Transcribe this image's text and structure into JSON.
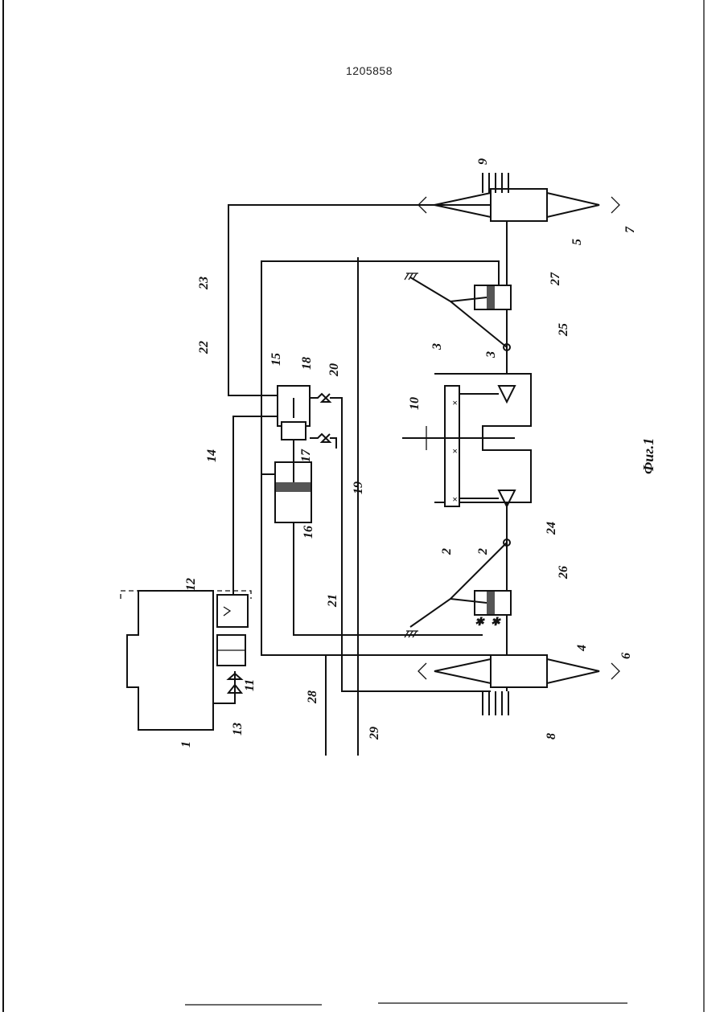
{
  "document": {
    "patent_number": "1205858",
    "figure_caption": "Фиг.1"
  },
  "labels": {
    "l1": "1",
    "l2a": "2",
    "l2b": "2",
    "l3a": "3",
    "l3b": "3",
    "l4": "4",
    "l5": "5",
    "l6": "6",
    "l7": "7",
    "l8": "8",
    "l9": "9",
    "l10": "10",
    "l11": "11",
    "l12": "12",
    "l13": "13",
    "l14": "14",
    "l15": "15",
    "l16": "16",
    "l17": "17",
    "l18": "18",
    "l19": "19",
    "l20": "20",
    "l21": "21",
    "l22": "22",
    "l23": "23",
    "l24": "24",
    "l25": "25",
    "l26": "26",
    "l27": "27",
    "l28": "28",
    "l29": "29"
  }
}
